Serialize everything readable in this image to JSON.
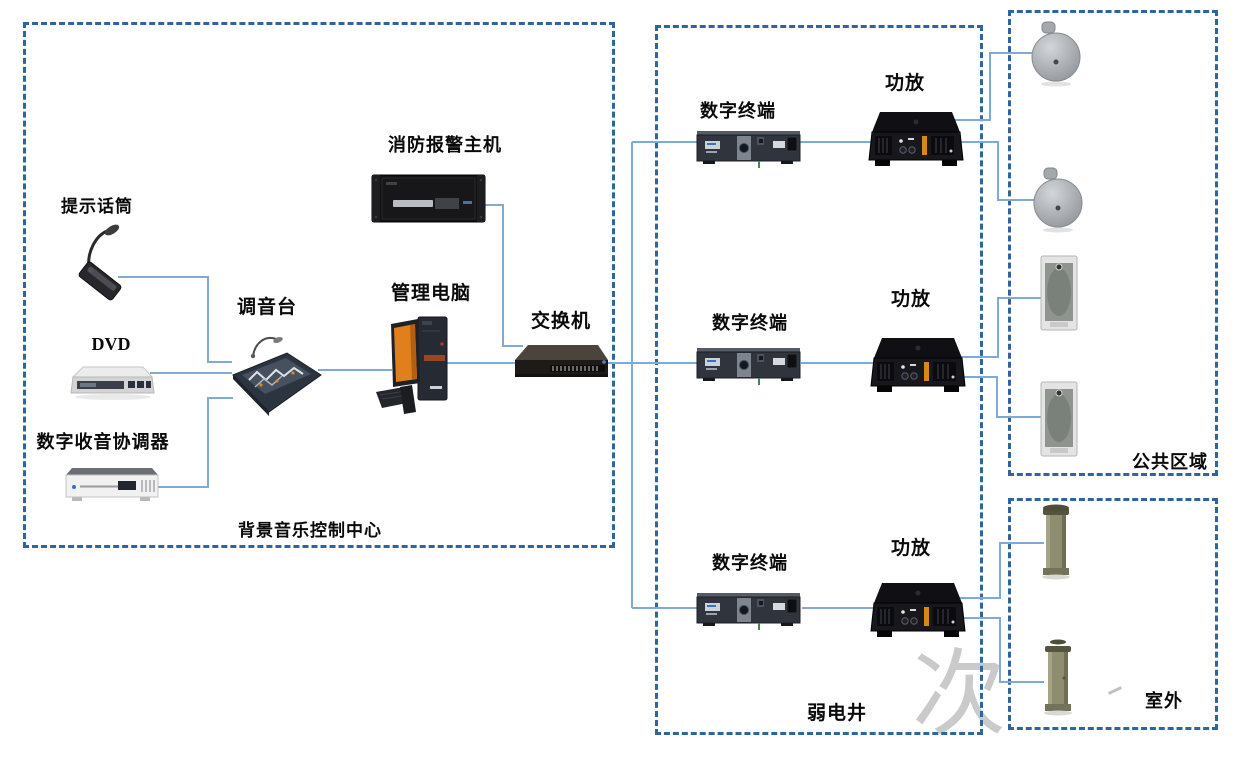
{
  "zones": {
    "control_center": {
      "label": "背景音乐控制中心"
    },
    "weak_current_well": {
      "label": "弱电井"
    },
    "public_area": {
      "label": "公共区域"
    },
    "outdoor": {
      "label": "室外"
    }
  },
  "devices": {
    "prompt_mic": {
      "label": "提示话筒"
    },
    "dvd_player": {
      "label": "DVD"
    },
    "digital_radio_tuner": {
      "label": "数字收音协调器"
    },
    "mixer": {
      "label": "调音台"
    },
    "management_pc": {
      "label": "管理电脑"
    },
    "fire_alarm_host": {
      "label": "消防报警主机"
    },
    "network_switch": {
      "label": "交换机"
    }
  },
  "branch_rows": [
    {
      "terminal_label": "数字终端",
      "amp_label": "功放"
    },
    {
      "terminal_label": "数字终端",
      "amp_label": "功放"
    },
    {
      "terminal_label": "数字终端",
      "amp_label": "功放"
    }
  ],
  "speakers": {
    "ceiling_count": 2,
    "wall_count": 2,
    "garden_count": 2
  },
  "watermark": "次",
  "colors": {
    "zone_border": "#2f659c",
    "wire": "#7fa9d8",
    "label_text": "#0a0a0a",
    "pc_screen_orange": "#e0801c",
    "amp_bar_orange": "#d8871c"
  }
}
